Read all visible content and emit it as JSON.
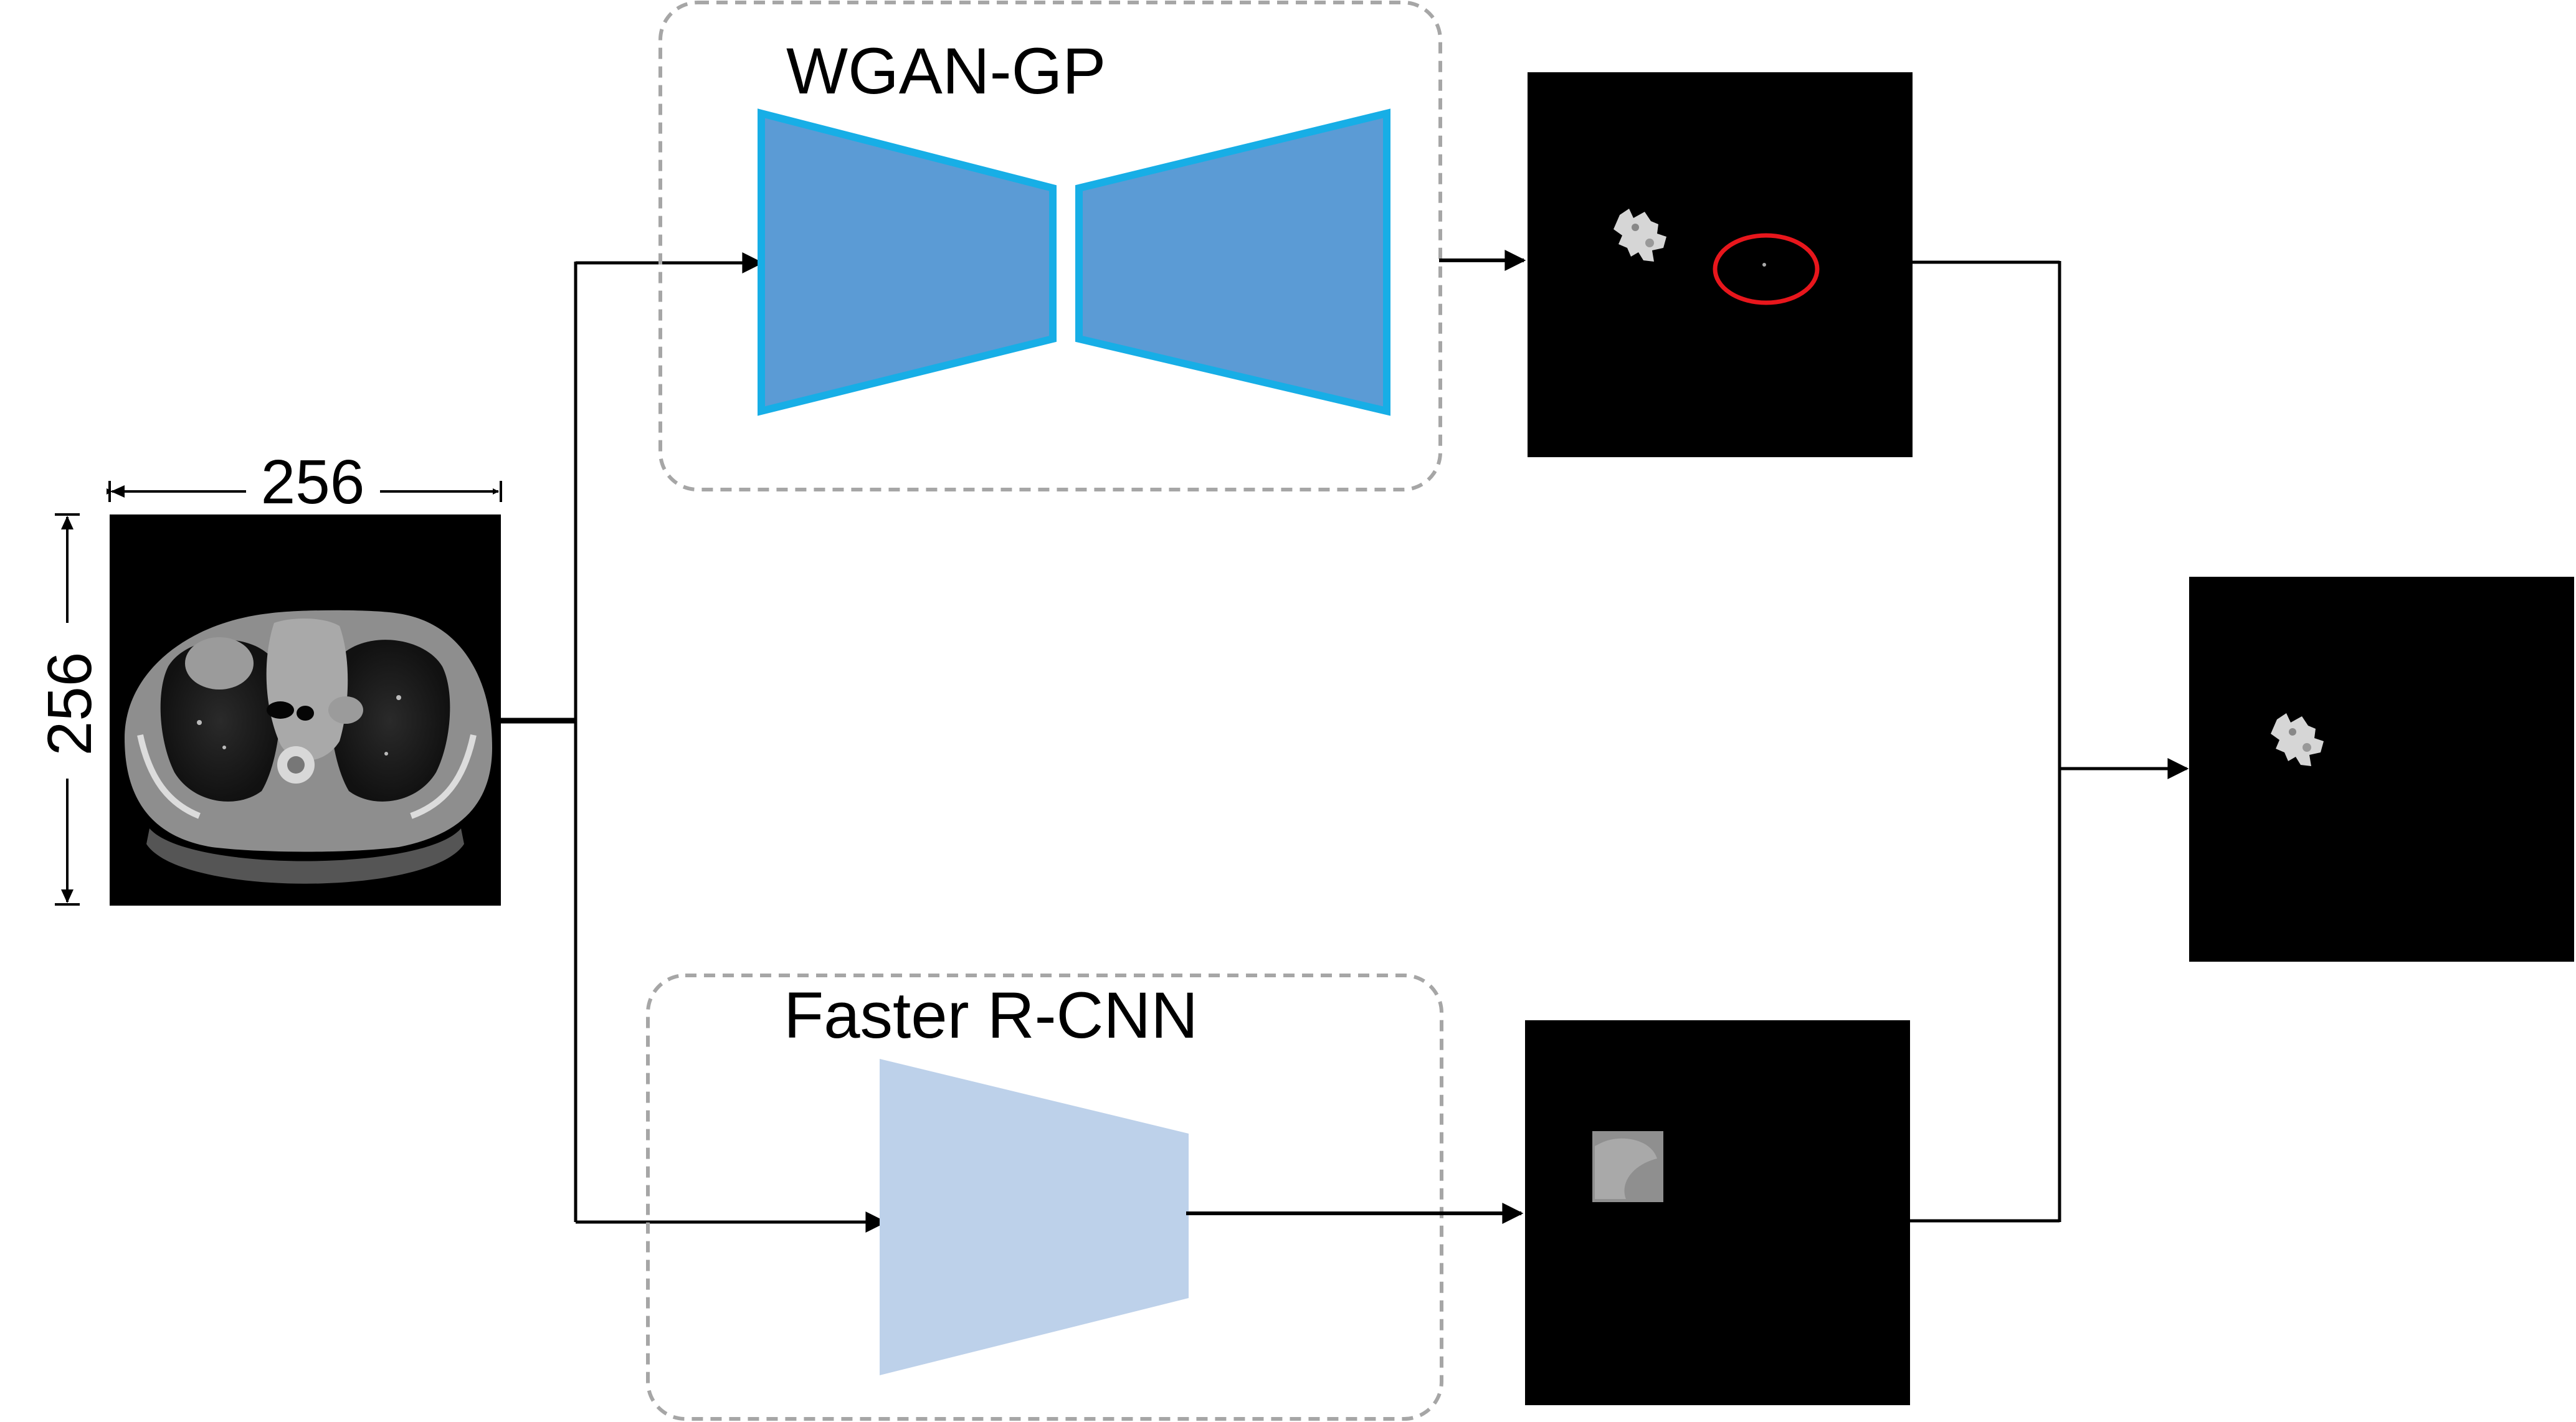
{
  "labels": {
    "width_dimension": "256",
    "height_dimension": "256",
    "generator_title": "WGAN-GP",
    "detector_title": "Faster R-CNN"
  },
  "colors": {
    "generator_fill": "#5b9bd5",
    "generator_stroke": "#17aee6",
    "detector_fill": "#bdd1ea",
    "group_border": "#a6a6a6",
    "arrow": "#000000",
    "highlight_ellipse": "#e8161c",
    "image_background": "#000000"
  },
  "images": {
    "input_ct": "chest-ct-axial-slice",
    "gan_output": "segmented-lesion-mask",
    "detector_output": "detected-region-box",
    "fused_output": "fused-lesion-mask"
  }
}
